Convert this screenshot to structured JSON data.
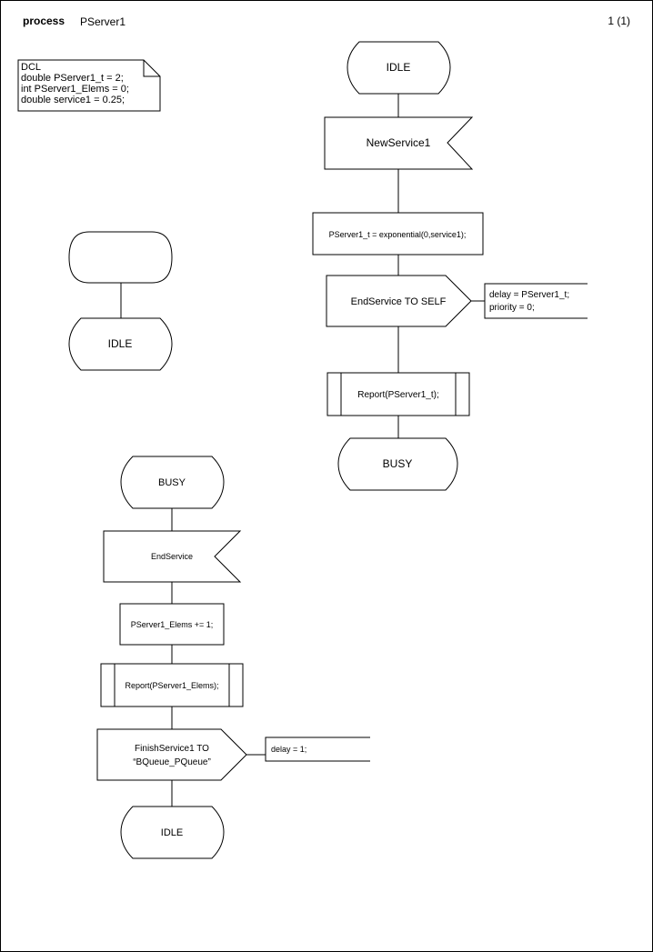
{
  "header": {
    "kind": "process",
    "name": "PServer1",
    "page": "1 (1)"
  },
  "declaration": {
    "lines": [
      "DCL",
      "double PServer1_t = 2;",
      "int PServer1_Elems = 0;",
      "double service1 = 0.25;"
    ]
  },
  "start_flow": {
    "state": "IDLE"
  },
  "idle_flow": {
    "state": "IDLE",
    "input": "NewService1",
    "task": "PServer1_t = exponential(0,service1);",
    "output": "EndService TO SELF",
    "output_comment": [
      "delay = PServer1_t;",
      "priority = 0;"
    ],
    "procedure_call": "Report(PServer1_t);",
    "next_state": "BUSY"
  },
  "busy_flow": {
    "state": "BUSY",
    "input": "EndService",
    "task": "PServer1_Elems += 1;",
    "procedure_call": "Report(PServer1_Elems);",
    "output": [
      "FinishService1 TO",
      "“BQueue_PQueue”"
    ],
    "output_comment": [
      "delay = 1;"
    ],
    "next_state": "IDLE"
  }
}
